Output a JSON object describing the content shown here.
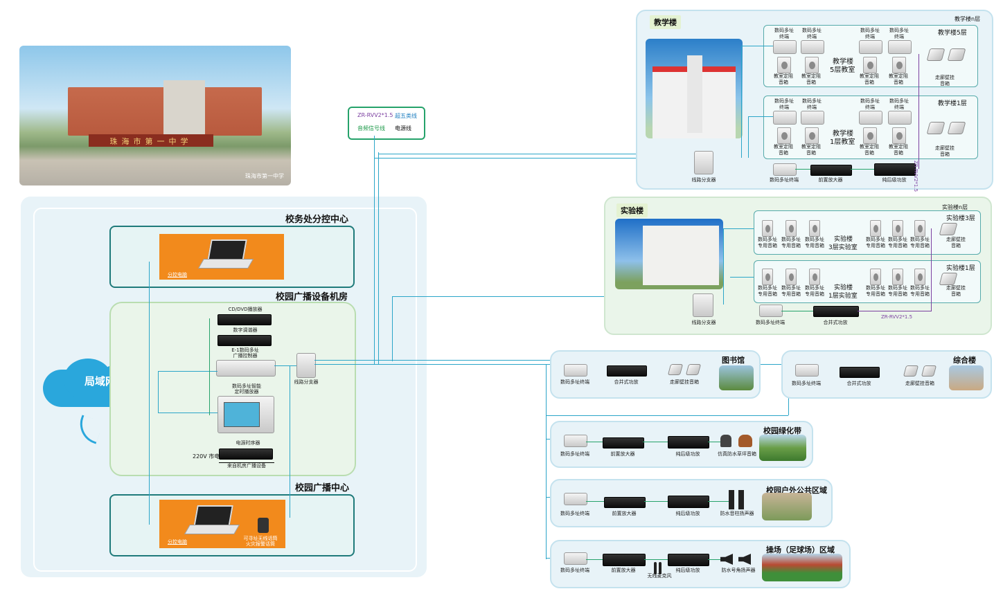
{
  "school_photo_caption": "珠海市第一中学",
  "school_sign": "珠海市第一中学",
  "legend": {
    "cable": "ZR-RVV2*1.5",
    "cat5": "超五类线",
    "audio": "音频信号线",
    "power": "电源线"
  },
  "lan_label": "局域网",
  "control_center": {
    "title": "校务处分控中心",
    "pc_label": "分控电脑"
  },
  "equipment_room": {
    "title": "校园广播设备机房",
    "devices": {
      "dvd": "CD/DVD播放器",
      "tuner": "数字调谐器",
      "controller_1": "E-1数码多址",
      "controller_2": "广播控制器",
      "timer_1": "数码多址智能",
      "timer_2": "定时播放器",
      "sequencer": "电源时序器",
      "mains": "220V 市电",
      "group": "来自机房广播设备",
      "splitter": "线路分支器"
    }
  },
  "broadcast_center": {
    "title": "校园广播中心",
    "pc_label": "分控电脑",
    "mic_1": "可寻址无线话筒",
    "mic_2": "火灾报警话筒"
  },
  "teaching": {
    "title": "教学楼",
    "floors_label": "教学楼n层",
    "floor5": "教学楼5层",
    "floor1": "教学楼1层",
    "class5_1": "教学楼",
    "class5_2": "5层教室",
    "class1_1": "教学楼",
    "class1_2": "1层教室",
    "terminal": "数码多址",
    "terminal2": "终端",
    "speaker": "教室定阻",
    "speaker2": "音箱",
    "wall": "走廊壁挂",
    "wall2": "音箱",
    "splitter": "线路分支器",
    "bottom_terminal": "数码多址终端",
    "preamp": "前置放大器",
    "amp": "纯后级功放",
    "cable": "ZR-RVV2*1.5"
  },
  "lab": {
    "title": "实验楼",
    "floors_label": "实验楼n层",
    "floor3": "实验楼3层",
    "floor1": "实验楼1层",
    "room3_1": "实验楼",
    "room3_2": "3层实验室",
    "room1_1": "实验楼",
    "room1_2": "1层实验室",
    "terminal": "数码多址",
    "speaker": "专用音箱",
    "wall": "走廊壁挂",
    "wall2": "音箱",
    "splitter": "线路分支器",
    "bottom_terminal": "数码多址终端",
    "amp": "合并式功放",
    "cable": "ZR-RVV2*1.5"
  },
  "library": {
    "title": "图书馆",
    "terminal": "数码多址终端",
    "amp": "合并式功放",
    "speaker": "走廊壁挂音箱"
  },
  "complex": {
    "title": "综合楼",
    "terminal": "数码多址终端",
    "amp": "合并式功放",
    "speaker": "走廊壁挂音箱"
  },
  "green": {
    "title": "校园绿化带",
    "terminal": "数码多址终端",
    "preamp": "前置放大器",
    "amp": "纯后级功放",
    "speaker": "仿真防水草坪音箱"
  },
  "outdoor": {
    "title": "校园户外公共区域",
    "terminal": "数码多址终端",
    "preamp": "前置放大器",
    "amp": "纯后级功放",
    "speaker": "防水音柱扬声器"
  },
  "field": {
    "title": "操场（足球场）区域",
    "terminal": "数码多址终端",
    "preamp": "前置放大器",
    "amp": "纯后级功放",
    "mic": "无线麦克风",
    "speaker": "防水号角扬声器"
  }
}
